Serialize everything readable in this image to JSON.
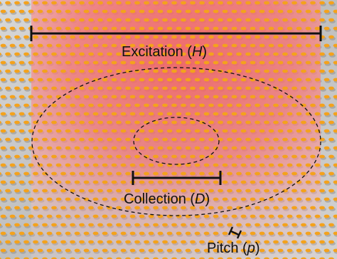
{
  "figure": {
    "excitation": {
      "label": "Excitation",
      "symbol": "H"
    },
    "collection": {
      "label": "Collection",
      "symbol": "D"
    },
    "pitch": {
      "label": "Pitch",
      "symbol": "p"
    },
    "colors": {
      "substrate": "#c9c9c9",
      "excitation_glow": "#f26a6a",
      "dot_fill": "#f4a21c",
      "dot_shadow": "#8a8a8a",
      "line": "#111111"
    }
  }
}
